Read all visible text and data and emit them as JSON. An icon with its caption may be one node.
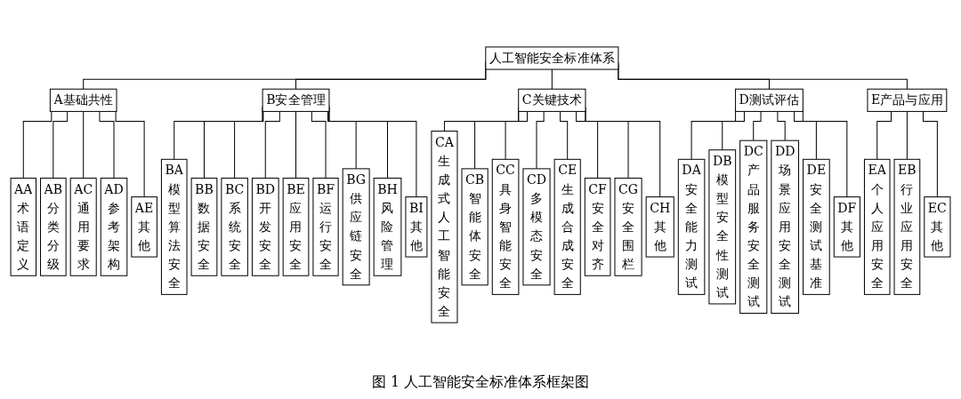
{
  "diagram": {
    "caption": "图 1 人工智能安全标准体系框架图",
    "nodes": [
      {
        "text": [
          "人工智能安全标准体系"
        ]
      },
      {
        "text": [
          "A基础共性"
        ]
      },
      {
        "text": [
          "AA术语定义"
        ]
      },
      {
        "text": [
          "AB分类分级"
        ]
      },
      {
        "text": [
          "AC通用要求"
        ]
      },
      {
        "text": [
          "AD参考架构"
        ]
      },
      {
        "text": [
          "AE其他"
        ]
      },
      {
        "text": [
          "B安全管理"
        ]
      },
      {
        "text": [
          "BA模型算法安全"
        ]
      },
      {
        "text": [
          "BB数据安全"
        ]
      },
      {
        "text": [
          "BC系统安全"
        ]
      },
      {
        "text": [
          "BD开发安全"
        ]
      },
      {
        "text": [
          "BE应用安全"
        ]
      },
      {
        "text": [
          "BF运行安全"
        ]
      },
      {
        "text": [
          "BG供应链安全"
        ]
      },
      {
        "text": [
          "BH风险管理"
        ]
      },
      {
        "text": [
          "BI其他"
        ]
      },
      {
        "text": [
          "C关键技术"
        ]
      },
      {
        "text": [
          "CA生成式人工智能安全"
        ]
      },
      {
        "text": [
          "CB智能体安全"
        ]
      },
      {
        "text": [
          "CC具身智能安全"
        ]
      },
      {
        "text": [
          "CD多模态安全"
        ]
      },
      {
        "text": [
          "CE生成合成安全"
        ]
      },
      {
        "text": [
          "CF安全对齐"
        ]
      },
      {
        "text": [
          "CG安全围栏"
        ]
      },
      {
        "text": [
          "CH其他"
        ]
      },
      {
        "text": [
          "D测试评估"
        ]
      },
      {
        "text": [
          "DA安全能力测试"
        ]
      },
      {
        "text": [
          "DB模型安全性测试"
        ]
      },
      {
        "text": [
          "DC产品服务安全测试"
        ]
      },
      {
        "text": [
          "DD场景应用安全测试"
        ]
      },
      {
        "text": [
          "DE安全测试基准"
        ]
      },
      {
        "text": [
          "DF其他"
        ]
      },
      {
        "text": [
          "E产品与应用"
        ]
      },
      {
        "text": [
          "EA个人应用安全"
        ]
      },
      {
        "text": [
          "EB行业应用安全"
        ]
      },
      {
        "text": [
          "EC其他"
        ]
      }
    ],
    "edges": [
      {
        "from": 0,
        "to": 1,
        "arrow": "none"
      },
      {
        "from": 0,
        "to": 7,
        "arrow": "none"
      },
      {
        "from": 0,
        "to": 17,
        "arrow": "none"
      },
      {
        "from": 0,
        "to": 26,
        "arrow": "none"
      },
      {
        "from": 0,
        "to": 33,
        "arrow": "none"
      },
      {
        "from": 1,
        "to": 2,
        "arrow": "none"
      },
      {
        "from": 1,
        "to": 3,
        "arrow": "none"
      },
      {
        "from": 1,
        "to": 4,
        "arrow": "none"
      },
      {
        "from": 1,
        "to": 5,
        "arrow": "none"
      },
      {
        "from": 1,
        "to": 6,
        "arrow": "none"
      },
      {
        "from": 7,
        "to": 8,
        "arrow": "none"
      },
      {
        "from": 7,
        "to": 9,
        "arrow": "none"
      },
      {
        "from": 7,
        "to": 10,
        "arrow": "none"
      },
      {
        "from": 7,
        "to": 11,
        "arrow": "none"
      },
      {
        "from": 7,
        "to": 12,
        "arrow": "none"
      },
      {
        "from": 7,
        "to": 13,
        "arrow": "none"
      },
      {
        "from": 7,
        "to": 14,
        "arrow": "none"
      },
      {
        "from": 7,
        "to": 15,
        "arrow": "none"
      },
      {
        "from": 7,
        "to": 16,
        "arrow": "none"
      },
      {
        "from": 17,
        "to": 18,
        "arrow": "none"
      },
      {
        "from": 17,
        "to": 19,
        "arrow": "none"
      },
      {
        "from": 17,
        "to": 20,
        "arrow": "none"
      },
      {
        "from": 17,
        "to": 21,
        "arrow": "none"
      },
      {
        "from": 17,
        "to": 22,
        "arrow": "none"
      },
      {
        "from": 17,
        "to": 23,
        "arrow": "none"
      },
      {
        "from": 17,
        "to": 24,
        "arrow": "none"
      },
      {
        "from": 17,
        "to": 25,
        "arrow": "none"
      },
      {
        "from": 26,
        "to": 27,
        "arrow": "none"
      },
      {
        "from": 26,
        "to": 28,
        "arrow": "none"
      },
      {
        "from": 26,
        "to": 29,
        "arrow": "none"
      },
      {
        "from": 26,
        "to": 30,
        "arrow": "none"
      },
      {
        "from": 26,
        "to": 31,
        "arrow": "none"
      },
      {
        "from": 26,
        "to": 32,
        "arrow": "none"
      },
      {
        "from": 33,
        "to": 34,
        "arrow": "none"
      },
      {
        "from": 33,
        "to": 35,
        "arrow": "none"
      },
      {
        "from": 33,
        "to": 36,
        "arrow": "none"
      }
    ]
  }
}
